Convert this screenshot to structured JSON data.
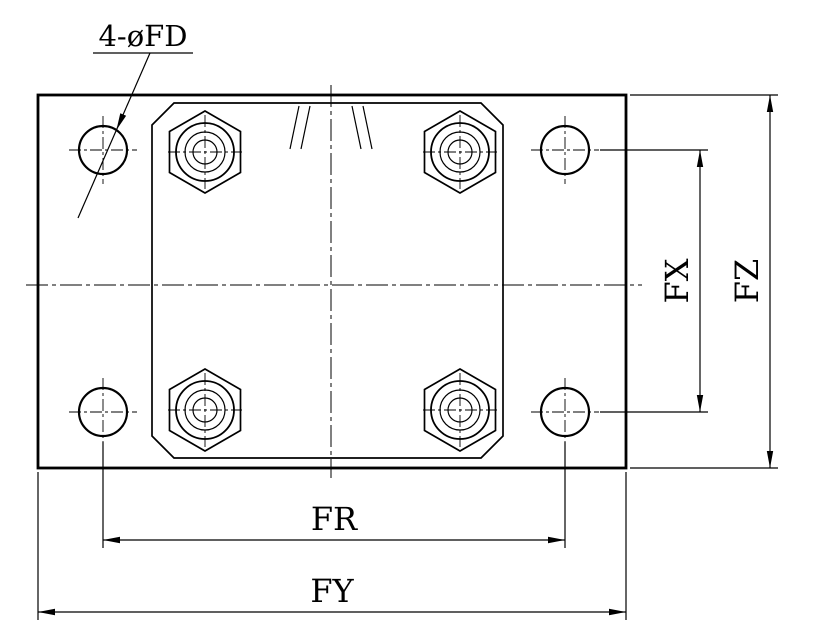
{
  "drawing": {
    "callout": "4-øFD",
    "dimensions": {
      "hole_span_horizontal": "FR",
      "overall_width": "FY",
      "hole_span_vertical": "FX",
      "overall_height": "FZ"
    },
    "colors": {
      "line": "#000000",
      "background": "#ffffff"
    }
  }
}
